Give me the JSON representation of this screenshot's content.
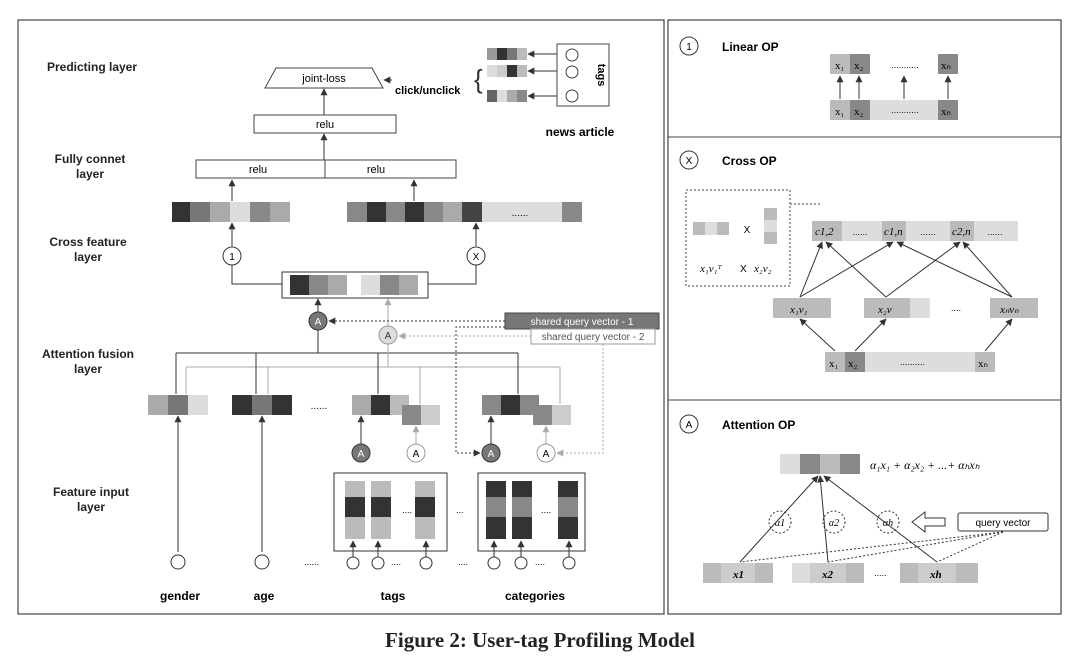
{
  "caption": "Figure 2: User-tag Profiling Model",
  "left": {
    "layers": {
      "predicting": "Predicting layer",
      "fully_1": "Fully connet",
      "fully_2": "layer",
      "cross_1": "Cross feature",
      "cross_2": "layer",
      "attention_1": "Attention fusion",
      "attention_2": "layer",
      "input_1": "Feature input",
      "input_2": "layer"
    },
    "joint_loss": "joint-loss",
    "relu": "relu",
    "click_unclick": "click/unclick",
    "tags_vertical": "tags",
    "news_article": "news article",
    "op_linear_symbol": "1",
    "op_cross_symbol": "X",
    "op_attention_symbol": "A",
    "query_1": "shared query vector - 1",
    "query_2": "shared query vector - 2",
    "ellipsis": "......",
    "features": [
      "gender",
      "age",
      "tags",
      "categories"
    ]
  },
  "right": {
    "linear": {
      "symbol": "1",
      "title": "Linear OP",
      "dots": "..........."
    },
    "cross": {
      "symbol": "X",
      "title": "Cross OP",
      "times": "X",
      "formula_left": "x₁v₁ᵀ",
      "formula_right": "x₂v₂",
      "c12": "c1,2",
      "c1n": "c1,n",
      "c2n": "c2,n",
      "xv1": "x₁v₁",
      "xv2": "x₂v",
      "xvn": "xₙvₙ",
      "dots": "......"
    },
    "attention": {
      "symbol": "A",
      "title": "Attention OP",
      "formula": "α₁x₁ + α₂x₂ + ...+ αₕxₕ",
      "a1": "α1",
      "a2": "α2",
      "ah": "αh",
      "query": "query vector",
      "x1": "x1",
      "x2": "x2",
      "xh": "xh"
    }
  }
}
